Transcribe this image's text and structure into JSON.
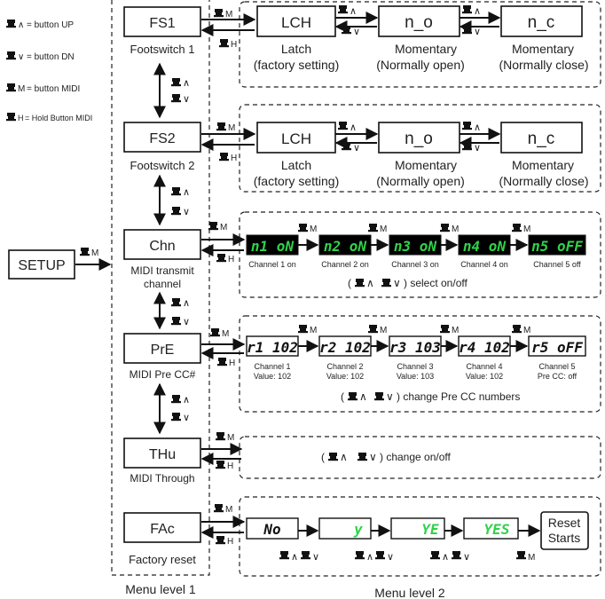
{
  "legend": {
    "up": "= button UP",
    "dn": "= button DN",
    "midi": "= button MIDI",
    "hold": "= Hold Button MIDI"
  },
  "setup": {
    "label": "SETUP",
    "key": "M"
  },
  "level1": {
    "caption": "Menu level 1",
    "items": [
      {
        "code": "FS1",
        "label1": "Footswitch 1",
        "label2": ""
      },
      {
        "code": "FS2",
        "label1": "Footswitch 2",
        "label2": ""
      },
      {
        "code": "Chn",
        "label1": "MIDI transmit",
        "label2": "channel"
      },
      {
        "code": "PrE",
        "label1": "MIDI Pre CC#",
        "label2": ""
      },
      {
        "code": "THu",
        "label1": "MIDI Through",
        "label2": ""
      },
      {
        "code": "FAc",
        "label1": "Factory reset",
        "label2": ""
      }
    ]
  },
  "level2": {
    "caption": "Menu level 2"
  },
  "keys": {
    "m": "M",
    "h": "H",
    "up": "∧",
    "dn": "∨"
  },
  "fs": {
    "modes": [
      {
        "code": "LCH",
        "l1": "Latch",
        "l2": "(factory setting)"
      },
      {
        "code": "n_o",
        "l1": "Momentary",
        "l2": "(Normally open)"
      },
      {
        "code": "n_c",
        "l1": "Momentary",
        "l2": "(Normally close)"
      }
    ]
  },
  "chn": {
    "displays": [
      "n1 oN",
      "n2 oN",
      "n3 oN",
      "n4 oN",
      "n5 oFF"
    ],
    "labels": [
      "Channel 1 on",
      "Channel 2 on",
      "Channel 3 on",
      "Channel 4 on",
      "Channel 5 off"
    ],
    "hint": ") select on/off",
    "hint_open": "("
  },
  "pre": {
    "displays": [
      "r1 102",
      "r2 102",
      "r3 103",
      "r4 102",
      "r5 oFF"
    ],
    "labels1": [
      "Channel 1",
      "Channel 2",
      "Channel 3",
      "Channel 4",
      "Channel 5"
    ],
    "labels2": [
      "Value: 102",
      "Value: 102",
      "Value: 103",
      "Value: 102",
      "Pre CC: off"
    ],
    "hint": ") change Pre CC numbers",
    "hint_open": "("
  },
  "thu": {
    "hint": ") change on/off",
    "hint_open": "("
  },
  "fac": {
    "displays": [
      "No",
      "y",
      "YE",
      "YES"
    ],
    "reset1": "Reset",
    "reset2": "Starts"
  }
}
